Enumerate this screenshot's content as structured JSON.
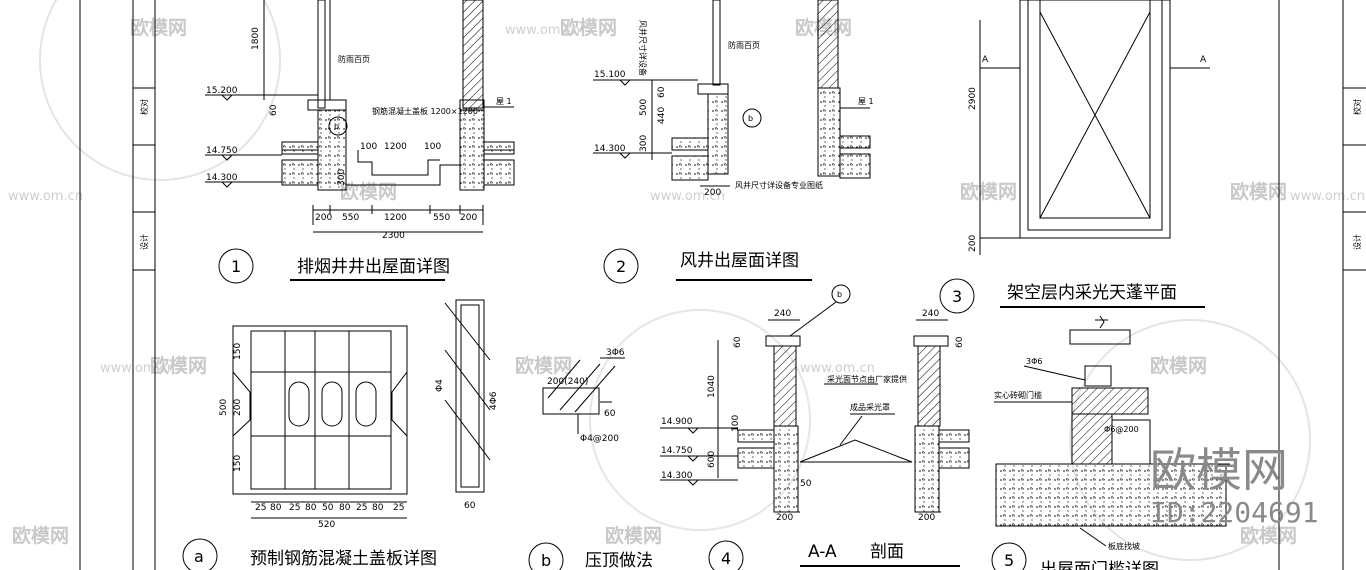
{
  "watermark": {
    "text": "欧模网",
    "url_text": "www.om.cn"
  },
  "brand": {
    "logo": "欧模网",
    "id": "ID:2204691"
  },
  "title_block": {
    "check": "校对",
    "design": "设计"
  },
  "details": {
    "d1": {
      "no": "1",
      "title": "排烟井井出屋面详图",
      "dims": [
        "1800",
        "60",
        "200",
        "550",
        "1200",
        "550",
        "200",
        "2300",
        "1200",
        "100",
        "100",
        "300"
      ],
      "elev": [
        "15.200",
        "14.750",
        "14.300"
      ],
      "notes": {
        "louver": "防雨百页",
        "cover": "钢筋混凝土盖板 1200×1200",
        "roof": "屋 1"
      },
      "ref": "b"
    },
    "d2": {
      "no": "2",
      "title": "风井出屋面详图",
      "dims": [
        "60",
        "500",
        "440",
        "300",
        "200"
      ],
      "elev": [
        "15.100",
        "14.300"
      ],
      "notes": {
        "louver": "防雨百页",
        "roof": "屋 1",
        "v1": "风井尺寸详设备",
        "bottom": "风井尺寸详设备专业图纸"
      },
      "ref": "b"
    },
    "d3": {
      "no": "3",
      "title": "架空层内采光天蓬平面",
      "dims": [
        "2900",
        "200"
      ],
      "section": "A"
    },
    "da": {
      "no": "a",
      "title": "预制钢筋混凝土盖板详图",
      "dims_v": [
        "150",
        "500",
        "200",
        "150"
      ],
      "dims_h": [
        "25",
        "80",
        "25",
        "80",
        "50",
        "80",
        "25",
        "80",
        "25"
      ],
      "total": "520",
      "bars": [
        "Φ4",
        "4Φ6"
      ],
      "side": "60"
    },
    "db": {
      "no": "b",
      "title": "压顶做法",
      "dims": [
        "200(240)",
        "60"
      ],
      "bars": [
        "3Φ6",
        "Φ4@200"
      ]
    },
    "d4": {
      "no": "4",
      "title": "A-A",
      "title2": "剖面",
      "dims": [
        "240",
        "240",
        "60",
        "1040",
        "100",
        "600",
        "50",
        "200",
        "200",
        "60"
      ],
      "elev": [
        "14.900",
        "14.750",
        "14.300"
      ],
      "notes": {
        "n1": "采光面节点由厂家提供",
        "n2": "成品采光罩"
      },
      "ref": "b"
    },
    "d5": {
      "no": "5",
      "title": "出屋面门槛详图",
      "notes": {
        "bars": "3Φ6",
        "sill": "实心砖砌门槛",
        "ref": "Φ6@200",
        "slope": "板底找坡"
      }
    }
  }
}
